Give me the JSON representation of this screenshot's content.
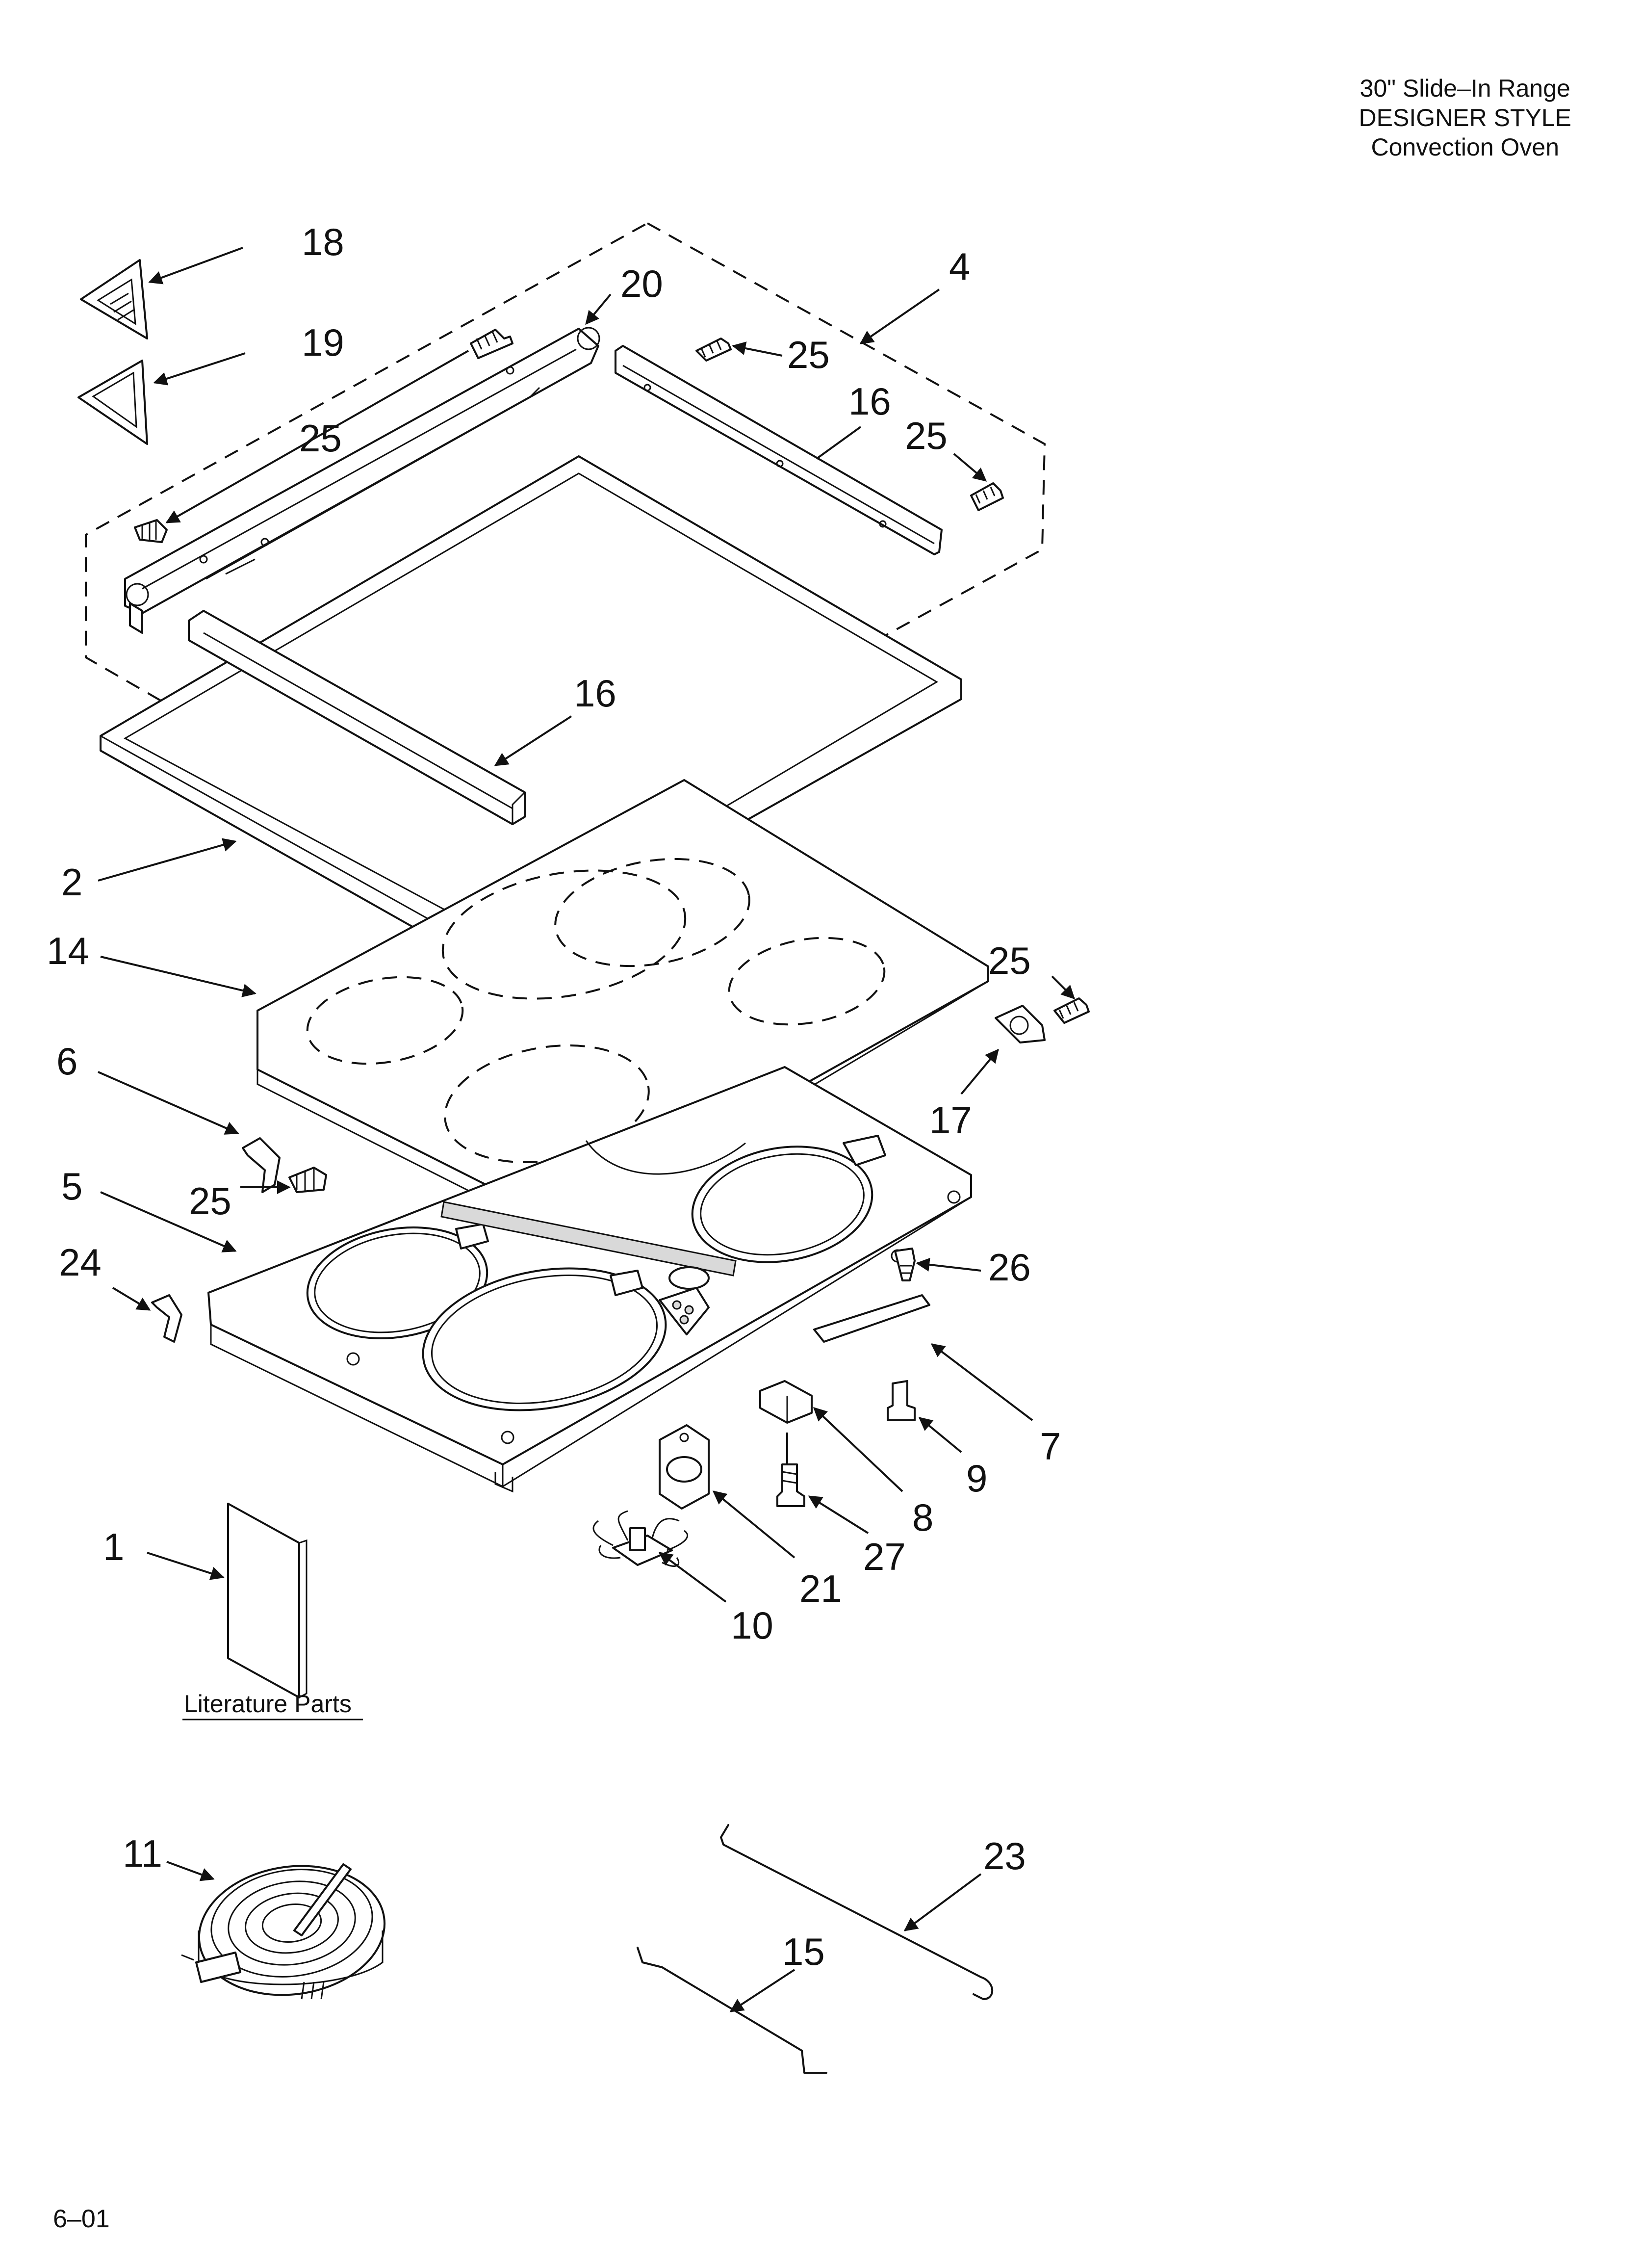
{
  "header": {
    "line1": "30\" Slide–In Range",
    "line2": "DESIGNER STYLE",
    "line3": "Convection Oven"
  },
  "footer": {
    "page_code": "6–01"
  },
  "literature_label": "Literature Parts",
  "callouts": [
    "18",
    "20",
    "4",
    "19",
    "25",
    "16",
    "25",
    "25",
    "16",
    "2",
    "14",
    "25",
    "6",
    "17",
    "5",
    "25",
    "26",
    "24",
    "7",
    "9",
    "8",
    "1",
    "27",
    "21",
    "10",
    "11",
    "23",
    "15"
  ]
}
